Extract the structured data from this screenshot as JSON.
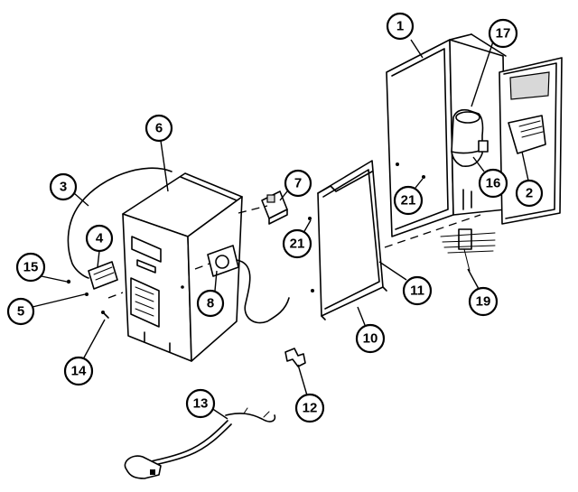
{
  "callouts": {
    "c1": "1",
    "c2": "2",
    "c3": "3",
    "c4": "4",
    "c5": "5",
    "c6": "6",
    "c7": "7",
    "c8": "8",
    "c10": "10",
    "c11": "11",
    "c12": "12",
    "c13": "13",
    "c14": "14",
    "c15": "15",
    "c16": "16",
    "c17": "17",
    "c19": "19",
    "c21a": "21",
    "c21b": "21"
  }
}
